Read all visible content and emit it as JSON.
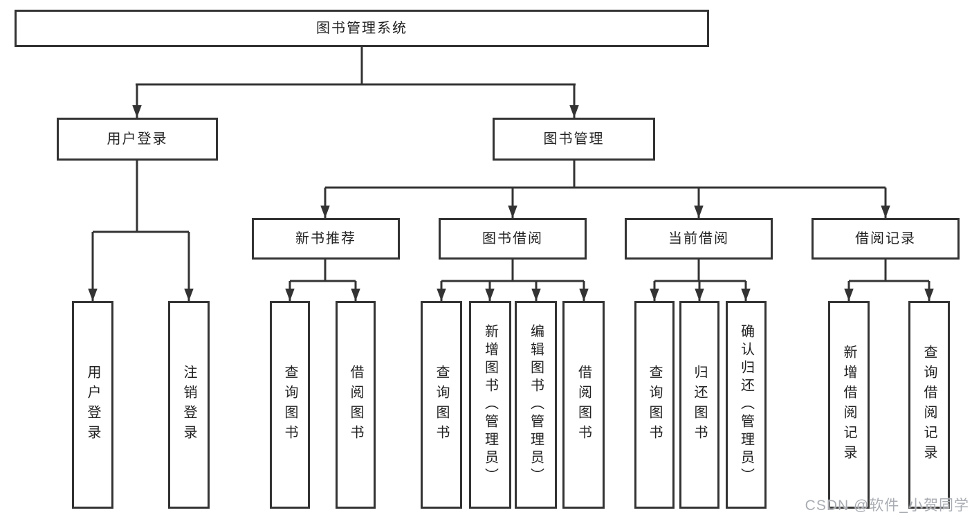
{
  "diagram": {
    "type": "hierarchy-tree",
    "colors": {
      "line": "#333333",
      "box_border": "#333333",
      "text": "#222222",
      "background": "#ffffff",
      "watermark_text": "#a9adb3"
    },
    "nodes": {
      "root": "图书管理系统",
      "user_login": "用户登录",
      "book_management": "图书管理",
      "new_book_recommendation": "新书推荐",
      "book_borrowing": "图书借阅",
      "current_borrowing": "当前借阅",
      "borrowing_records": "借阅记录",
      "leaf_user_login": "用户登录",
      "leaf_logout": "注销登录",
      "leaf_nb_query_books": "查询图书",
      "leaf_nb_borrow_books": "借阅图书",
      "leaf_bb_query_books": "查询图书",
      "leaf_bb_add_books_admin": "新增图书（管理员）",
      "leaf_bb_edit_books_admin": "编辑图书（管理员）",
      "leaf_bb_borrow_books": "借阅图书",
      "leaf_cb_query_books": "查询图书",
      "leaf_cb_return_books": "归还图书",
      "leaf_cb_confirm_return_admin": "确认归还（管理员）",
      "leaf_br_add_record": "新增借阅记录",
      "leaf_br_query_record": "查询借阅记录"
    },
    "edges": [
      [
        "root",
        "user_login"
      ],
      [
        "root",
        "book_management"
      ],
      [
        "user_login",
        "leaf_user_login"
      ],
      [
        "user_login",
        "leaf_logout"
      ],
      [
        "book_management",
        "new_book_recommendation"
      ],
      [
        "book_management",
        "book_borrowing"
      ],
      [
        "book_management",
        "current_borrowing"
      ],
      [
        "book_management",
        "borrowing_records"
      ],
      [
        "new_book_recommendation",
        "leaf_nb_query_books"
      ],
      [
        "new_book_recommendation",
        "leaf_nb_borrow_books"
      ],
      [
        "book_borrowing",
        "leaf_bb_query_books"
      ],
      [
        "book_borrowing",
        "leaf_bb_add_books_admin"
      ],
      [
        "book_borrowing",
        "leaf_bb_edit_books_admin"
      ],
      [
        "book_borrowing",
        "leaf_bb_borrow_books"
      ],
      [
        "current_borrowing",
        "leaf_cb_query_books"
      ],
      [
        "current_borrowing",
        "leaf_cb_return_books"
      ],
      [
        "current_borrowing",
        "leaf_cb_confirm_return_admin"
      ],
      [
        "borrowing_records",
        "leaf_br_add_record"
      ],
      [
        "borrowing_records",
        "leaf_br_query_record"
      ]
    ]
  },
  "watermark": "CSDN @软件_小贺同学"
}
